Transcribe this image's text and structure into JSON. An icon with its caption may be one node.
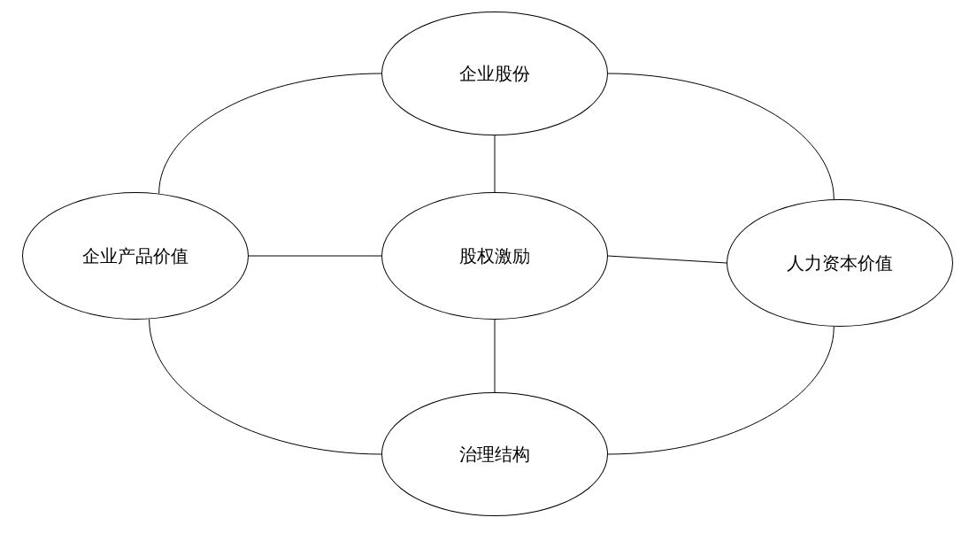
{
  "diagram": {
    "nodes": [
      {
        "text": [
          "企业股份"
        ]
      },
      {
        "text": [
          "企业产品价值"
        ]
      },
      {
        "text": [
          "股权激励"
        ]
      },
      {
        "text": [
          "人力资本价值"
        ]
      },
      {
        "text": [
          "治理结构"
        ]
      }
    ],
    "edges": [
      {
        "from": 1,
        "to": 0,
        "arrow": "none"
      },
      {
        "from": 0,
        "to": 3,
        "arrow": "none"
      },
      {
        "from": 0,
        "to": 2,
        "arrow": "none"
      },
      {
        "from": 1,
        "to": 2,
        "arrow": "none"
      },
      {
        "from": 2,
        "to": 3,
        "arrow": "none"
      },
      {
        "from": 1,
        "to": 4,
        "arrow": "none"
      },
      {
        "from": 2,
        "to": 4,
        "arrow": "none"
      },
      {
        "from": 3,
        "to": 4,
        "arrow": "none"
      }
    ]
  }
}
